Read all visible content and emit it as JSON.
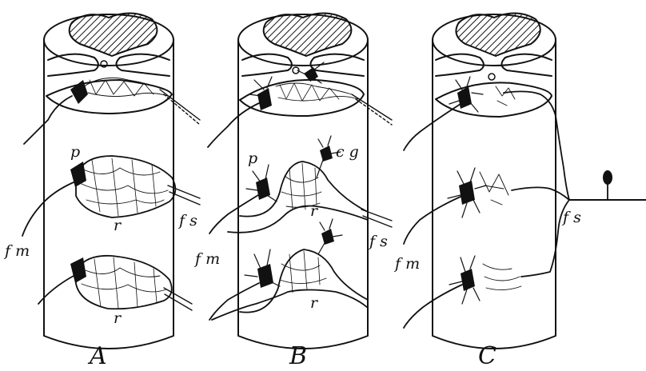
{
  "panels": [
    {
      "letter": "A",
      "labels": {
        "p": "p",
        "r1": "r",
        "r2": "r",
        "fm": "f m",
        "fs": "f s"
      }
    },
    {
      "letter": "B",
      "labels": {
        "p": "p",
        "cg": "c g",
        "r1": "r",
        "r2": "r",
        "fm": "f m",
        "fs": "f s"
      }
    },
    {
      "letter": "C",
      "labels": {
        "fm": "f m",
        "fs": "f s"
      }
    }
  ],
  "colors": {
    "ink": "#111111",
    "paper": "#ffffff"
  }
}
